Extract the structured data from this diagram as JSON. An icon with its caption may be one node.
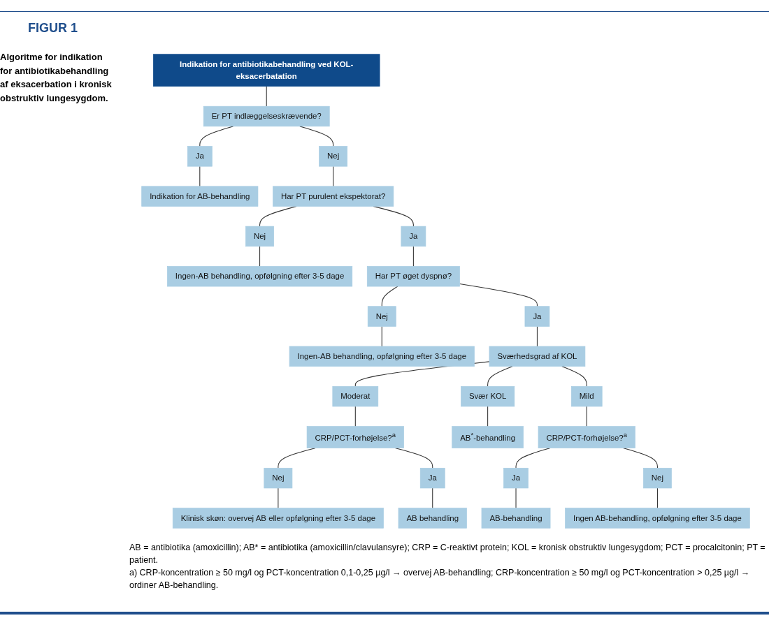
{
  "diagram": {
    "title": "FIGUR 1",
    "caption": "Algoritme for indikation for antibiotikabehandling af eksacerbation i kronisk obstruktiv lungesygdom.",
    "nodes": [
      {
        "text": [
          "Indikation for antibiotikabehandling ved KOL-eksacerbatation"
        ]
      },
      {
        "text": [
          "Er PT indlæggelseskrævende?"
        ]
      },
      {
        "text": [
          "Ja"
        ]
      },
      {
        "text": [
          "Indikation for AB-behandling"
        ]
      },
      {
        "text": [
          "Nej"
        ]
      },
      {
        "text": [
          "Har PT purulent ekspektorat?"
        ]
      },
      {
        "text": [
          "Nej"
        ]
      },
      {
        "text": [
          "Ingen-AB behandling, opfølgning efter 3-5 dage"
        ]
      },
      {
        "text": [
          "Ja"
        ]
      },
      {
        "text": [
          "Har PT øget dyspnø?"
        ]
      },
      {
        "text": [
          "Nej"
        ]
      },
      {
        "text": [
          "Ingen-AB behandling, opfølgning efter 3-5 dage"
        ]
      },
      {
        "text": [
          "Ja"
        ]
      },
      {
        "text": [
          "Sværhedsgrad af KOL"
        ]
      },
      {
        "text": [
          "Svær KOL"
        ]
      },
      {
        "text": [
          "Moderat"
        ]
      },
      {
        "text": [
          "Mild"
        ]
      },
      {
        "text": [
          "CRP/PCT-forhøjelse?$^{a}$"
        ]
      },
      {
        "text": [
          "Ja"
        ]
      },
      {
        "text": [
          "AB-behandling"
        ]
      },
      {
        "text": [
          "AB$^{*}$-behandling"
        ]
      },
      {
        "text": [
          "CRP/PCT-forhøjelse?$^{a}$"
        ]
      },
      {
        "text": [
          "Nej"
        ]
      },
      {
        "text": [
          "Ja"
        ]
      },
      {
        "text": [
          "AB behandling"
        ]
      },
      {
        "text": [
          "Nej"
        ]
      },
      {
        "text": [
          "Klinisk skøn: overvej AB eller opfølgning efter 3-5 dage"
        ]
      },
      {
        "text": [
          "Ingen AB-behandling, opfølgning efter 3-5 dage"
        ]
      }
    ],
    "edges": [
      {
        "from": 0,
        "to": 1,
        "arrow": "none"
      },
      {
        "from": 1,
        "to": 2,
        "arrow": "none"
      },
      {
        "from": 2,
        "to": 3,
        "arrow": "none"
      },
      {
        "from": 1,
        "to": 4,
        "arrow": "none"
      },
      {
        "from": 4,
        "to": 5,
        "arrow": "none"
      },
      {
        "from": 5,
        "to": 6,
        "arrow": "none"
      },
      {
        "from": 6,
        "to": 7,
        "arrow": "none"
      },
      {
        "from": 5,
        "to": 8,
        "arrow": "none"
      },
      {
        "from": 8,
        "to": 9,
        "arrow": "none"
      },
      {
        "from": 9,
        "to": 10,
        "arrow": "none"
      },
      {
        "from": 10,
        "to": 11,
        "arrow": "none"
      },
      {
        "from": 9,
        "to": 12,
        "arrow": "none"
      },
      {
        "from": 12,
        "to": 13,
        "arrow": "none"
      },
      {
        "from": 13,
        "to": 14,
        "arrow": "none"
      },
      {
        "from": 13,
        "to": 15,
        "arrow": "none"
      },
      {
        "from": 13,
        "to": 16,
        "arrow": "none"
      },
      {
        "from": 16,
        "to": 17,
        "arrow": "none"
      },
      {
        "from": 17,
        "to": 18,
        "arrow": "none"
      },
      {
        "from": 18,
        "to": 19,
        "arrow": "none"
      },
      {
        "from": 14,
        "to": 20,
        "arrow": "none"
      },
      {
        "from": 15,
        "to": 21,
        "arrow": "none"
      },
      {
        "from": 21,
        "to": 22,
        "arrow": "none"
      },
      {
        "from": 21,
        "to": 23,
        "arrow": "none"
      },
      {
        "from": 23,
        "to": 24,
        "arrow": "none"
      },
      {
        "from": 17,
        "to": 25,
        "arrow": "none"
      },
      {
        "from": 22,
        "to": 26,
        "arrow": "none"
      },
      {
        "from": 25,
        "to": 27,
        "arrow": "none"
      }
    ],
    "labels": [
      "AB = antibiotika (amoxicillin); AB* = antibiotika (amoxicillin/clavulansyre); CRP = C-reaktivt protein; KOL = kronisk obstruktiv lungesygdom; PCT = procalcitonin; PT = patient.",
      "a) CRP-koncentration ≥ 50 mg/l og PCT-koncentration 0,1-0,25 µg/l → overvej AB-behandling; CRP-koncentration ≥ 50 mg/l og PCT-koncentration > 0,25 µg/l → ordiner AB-behandling."
    ]
  }
}
